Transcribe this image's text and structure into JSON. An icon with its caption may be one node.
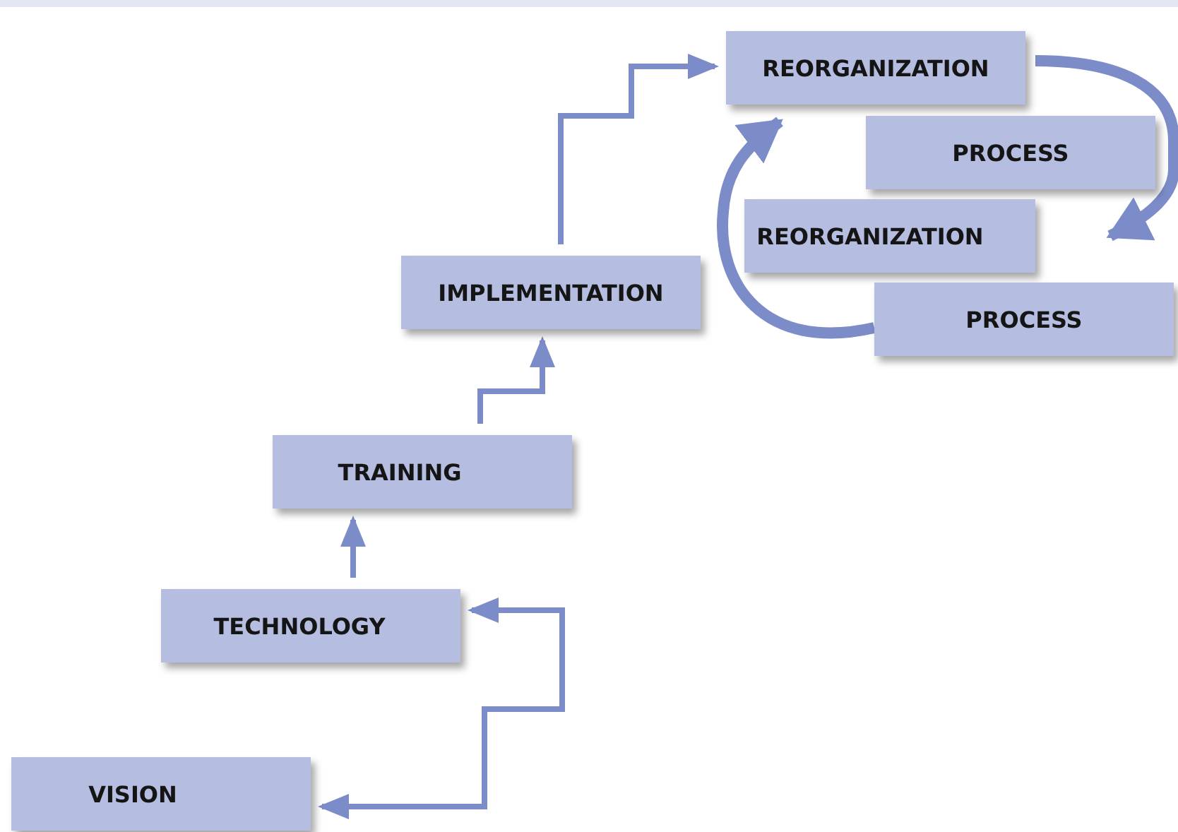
{
  "diagram": {
    "nodes": [
      {
        "text": [
          "REORGANIZATION"
        ]
      },
      {
        "text": [
          "PROCESS"
        ]
      },
      {
        "text": [
          "REORGANIZATION"
        ]
      },
      {
        "text": [
          "PROCESS"
        ]
      },
      {
        "text": [
          "IMPLEMENTATION"
        ]
      },
      {
        "text": [
          "TRAINING"
        ]
      },
      {
        "text": [
          "TECHNOLOGY"
        ]
      },
      {
        "text": [
          "VISION"
        ]
      }
    ],
    "edges": [
      {
        "from": 7,
        "to": 6,
        "arrow": "both"
      },
      {
        "from": 6,
        "to": 5,
        "arrow": "to"
      },
      {
        "from": 5,
        "to": 4,
        "arrow": "to"
      },
      {
        "from": 4,
        "to": 0,
        "arrow": "to"
      },
      {
        "from": 0,
        "to": 1,
        "arrow": "to",
        "style": "thick"
      },
      {
        "from": 3,
        "to": 0,
        "arrow": "to",
        "style": "thick"
      }
    ]
  }
}
